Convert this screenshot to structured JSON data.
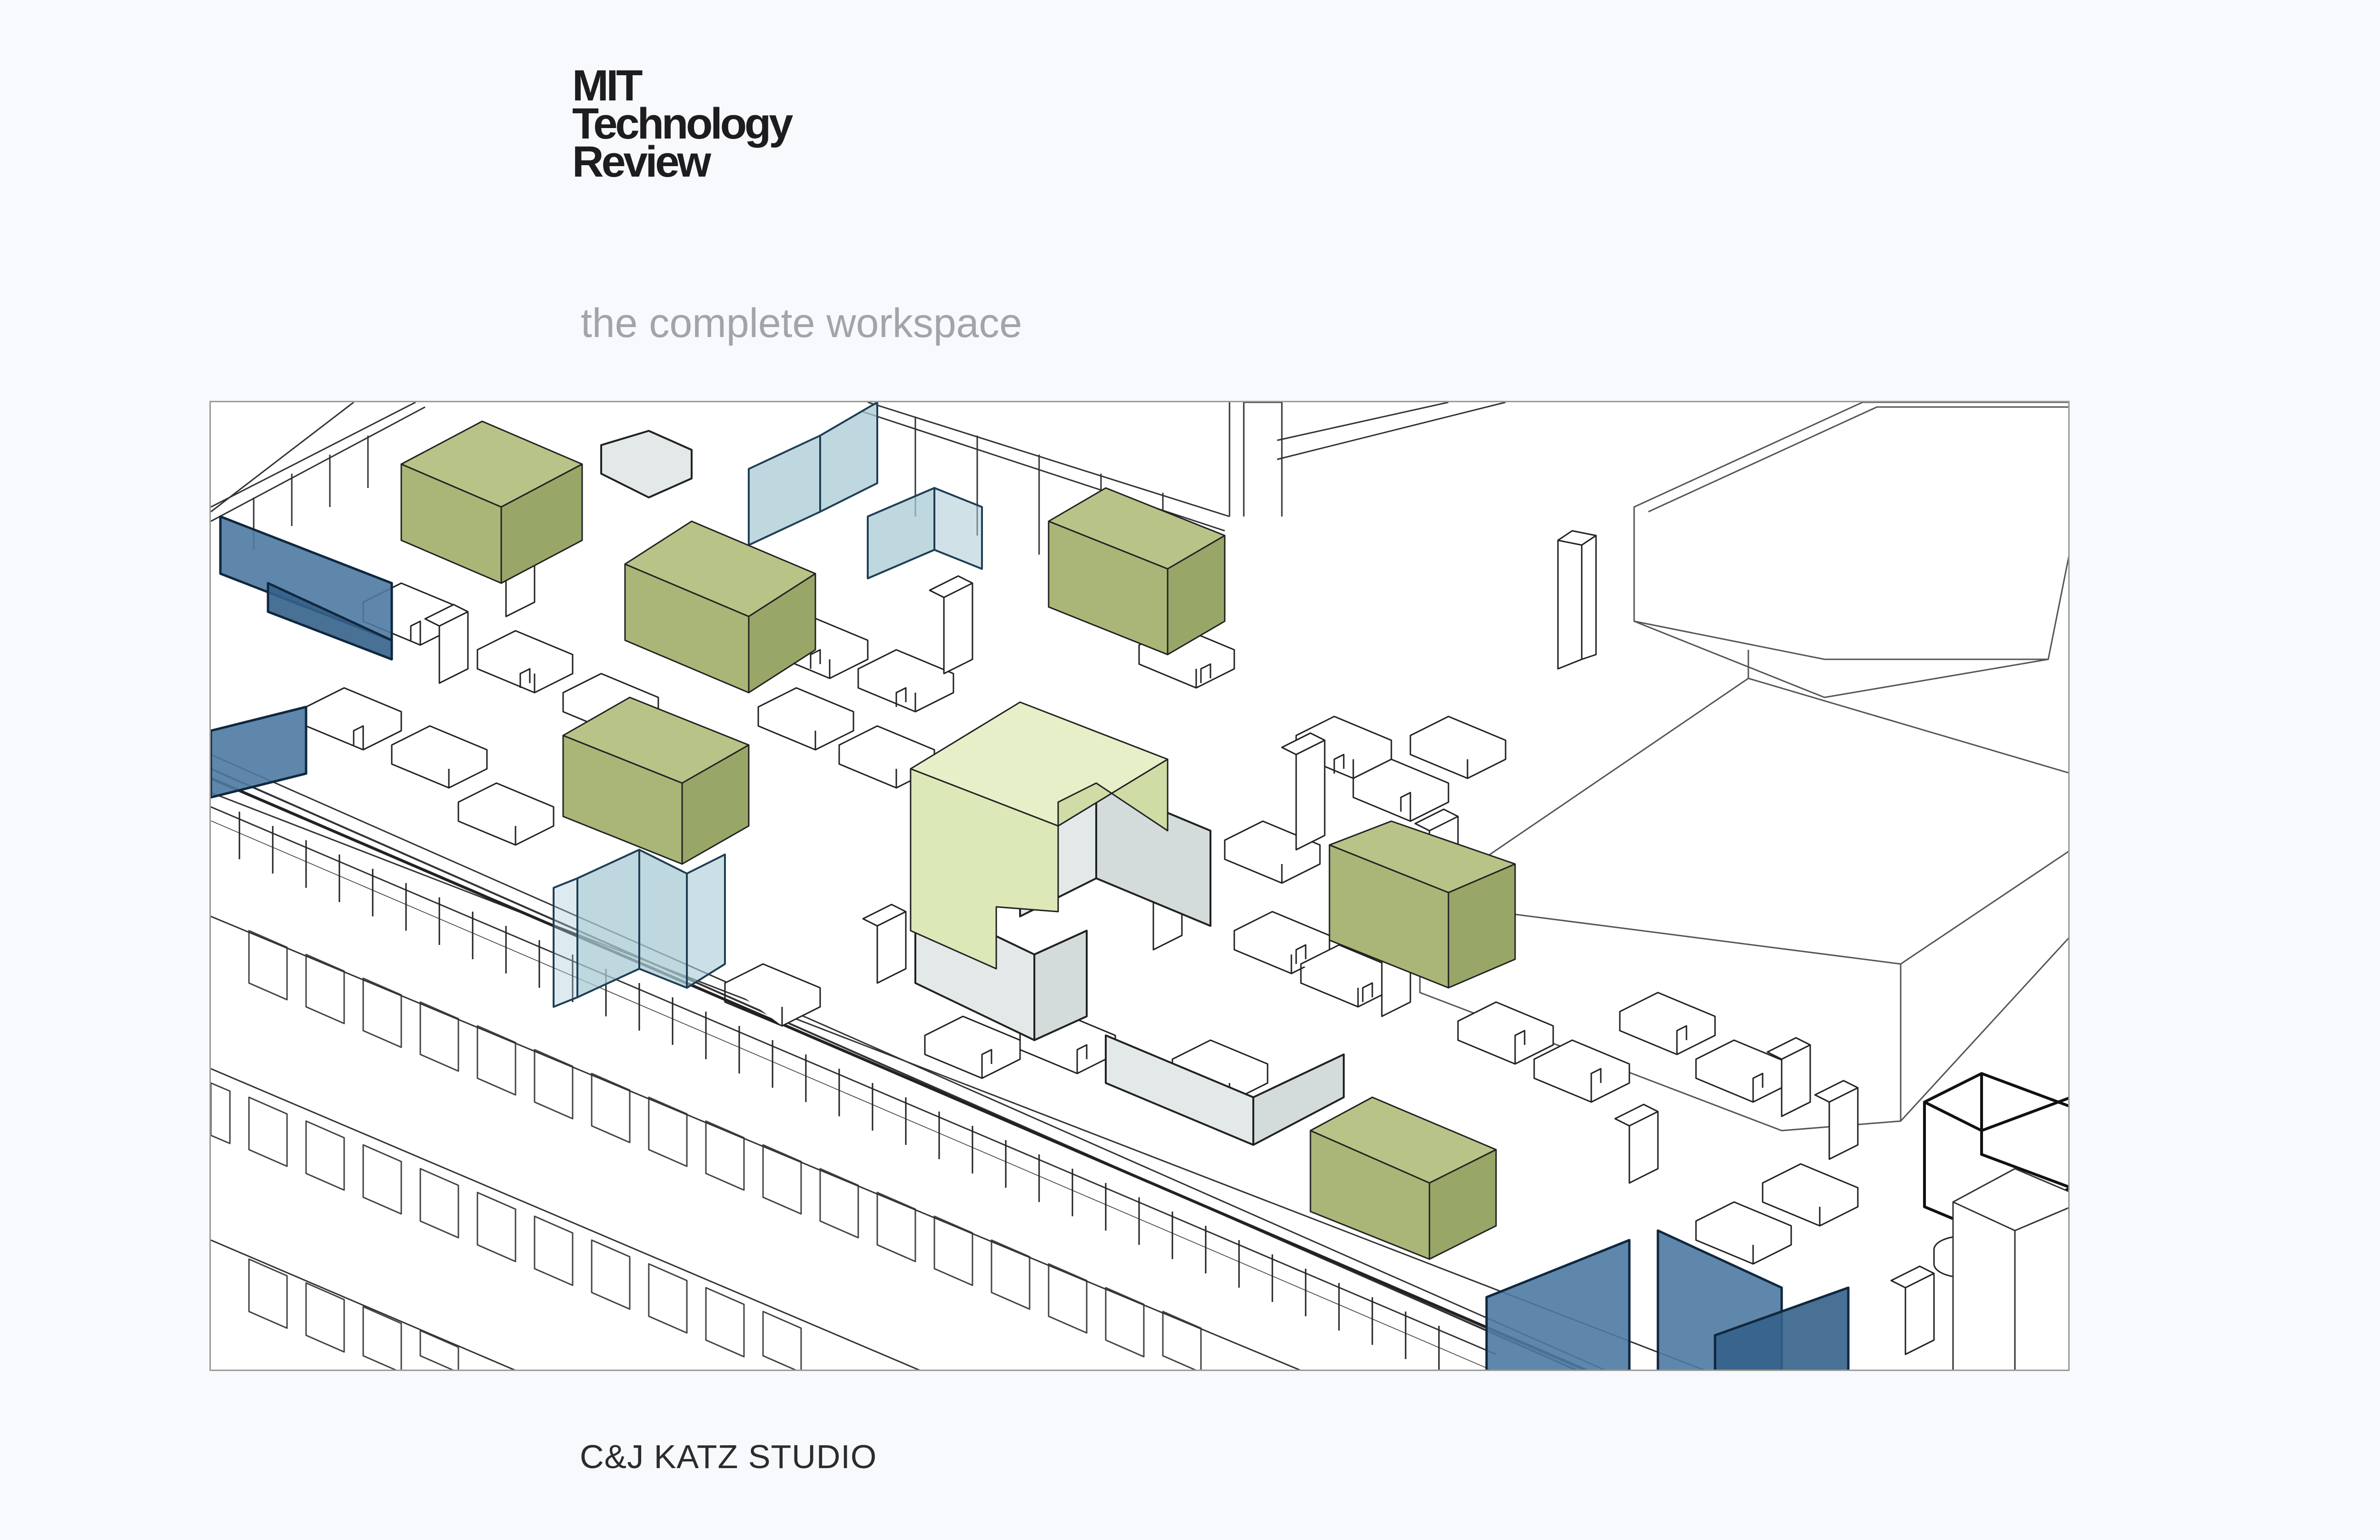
{
  "brand": {
    "line1": "MIT",
    "line2": "Technology",
    "line3": "Review"
  },
  "subtitle": "the complete workspace",
  "credit": "C&J KATZ STUDIO",
  "colors": {
    "meeting_green": "#a9b678",
    "lounge_green": "#dce8b8",
    "glass_light_blue": "#a9cbd6",
    "glass_dark_blue": "#4e7aa2",
    "partition_gray": "#e2e9e8",
    "line": "#1f1f1f"
  }
}
